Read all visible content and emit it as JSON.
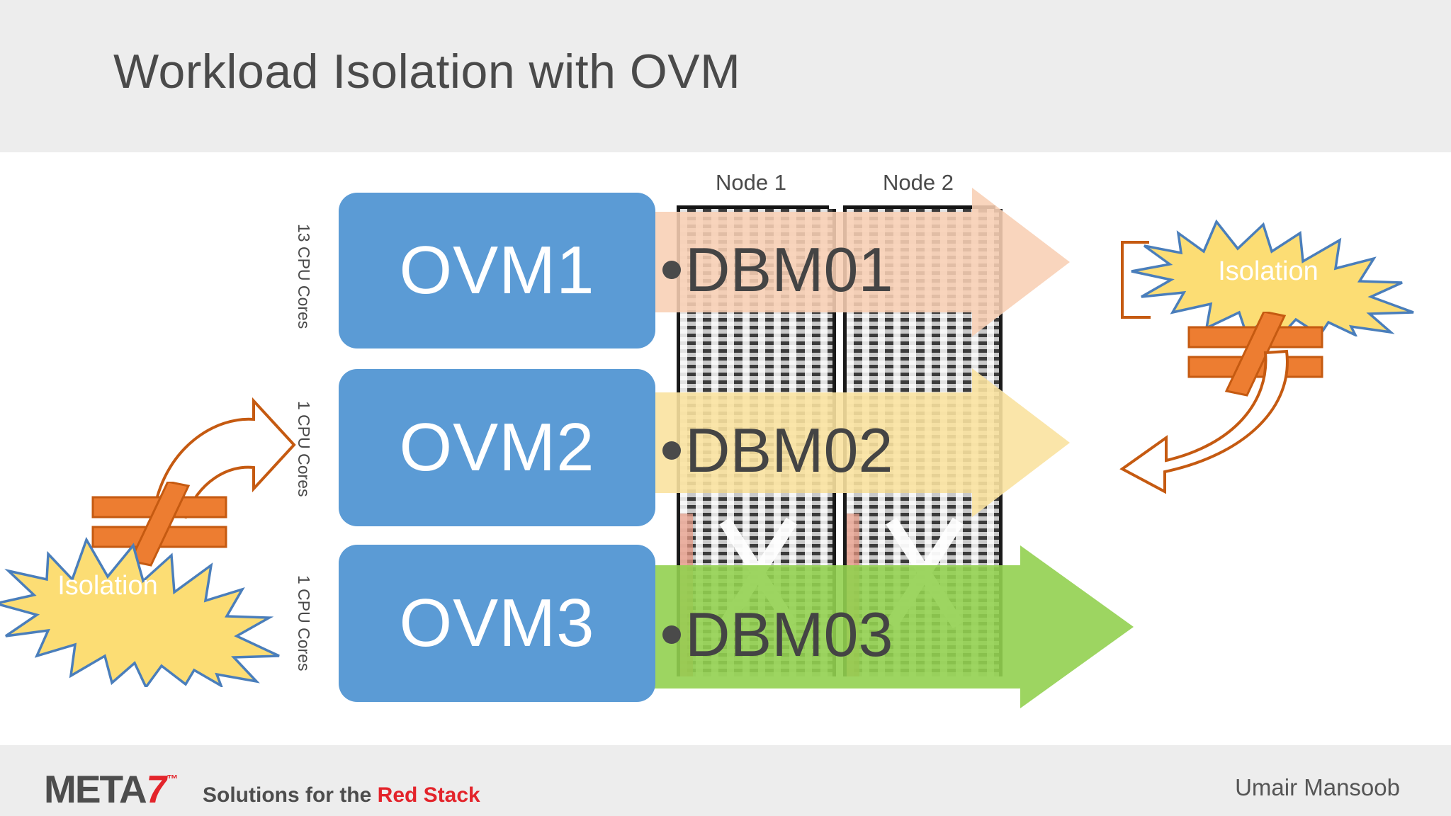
{
  "slide": {
    "title": "Workload Isolation with OVM",
    "header_bg": "#ededed",
    "body_bg": "#ffffff"
  },
  "footer": {
    "logo_meta": "META",
    "logo_seven": "7",
    "logo_tm": "™",
    "tagline_prefix": "Solutions for the ",
    "tagline_highlight": "Red Stack",
    "author": "Umair Mansoob",
    "brand_red": "#e3242b",
    "brand_dark": "#4d4d4d"
  },
  "nodes": [
    {
      "label": "Node 1"
    },
    {
      "label": "Node 2"
    }
  ],
  "cpu_labels": [
    {
      "text": "13 CPU Cores"
    },
    {
      "text": "1 CPU Cores"
    },
    {
      "text": "1 CPU Cores"
    }
  ],
  "ovm_boxes": [
    {
      "label": "OVM1",
      "color": "#5b9bd5"
    },
    {
      "label": "OVM2",
      "color": "#5b9bd5"
    },
    {
      "label": "OVM3",
      "color": "#5b9bd5"
    }
  ],
  "dbm_arrows": [
    {
      "label": "DBM01",
      "color": "#f8cfb4"
    },
    {
      "label": "DBM02",
      "color": "#fae2a0"
    },
    {
      "label": "DBM03",
      "color": "#92d050"
    }
  ],
  "isolation_left": {
    "label": "Isolation",
    "burst_fill": "#fcdd74",
    "burst_stroke": "#4a7ebb",
    "symbol": "not-equals",
    "symbol_fill": "#ed7d31",
    "symbol_stroke": "#c55a11"
  },
  "isolation_right": {
    "label": "Isolation",
    "burst_fill": "#fcdd74",
    "burst_stroke": "#4a7ebb",
    "symbol": "not-equals",
    "symbol_fill": "#ed7d31",
    "symbol_stroke": "#c55a11"
  },
  "colors": {
    "title_text": "#4a4a4a",
    "dbm_text": "#444444",
    "rack_dark": "#1a1a1a",
    "arrow_outline": "#c55a11"
  }
}
